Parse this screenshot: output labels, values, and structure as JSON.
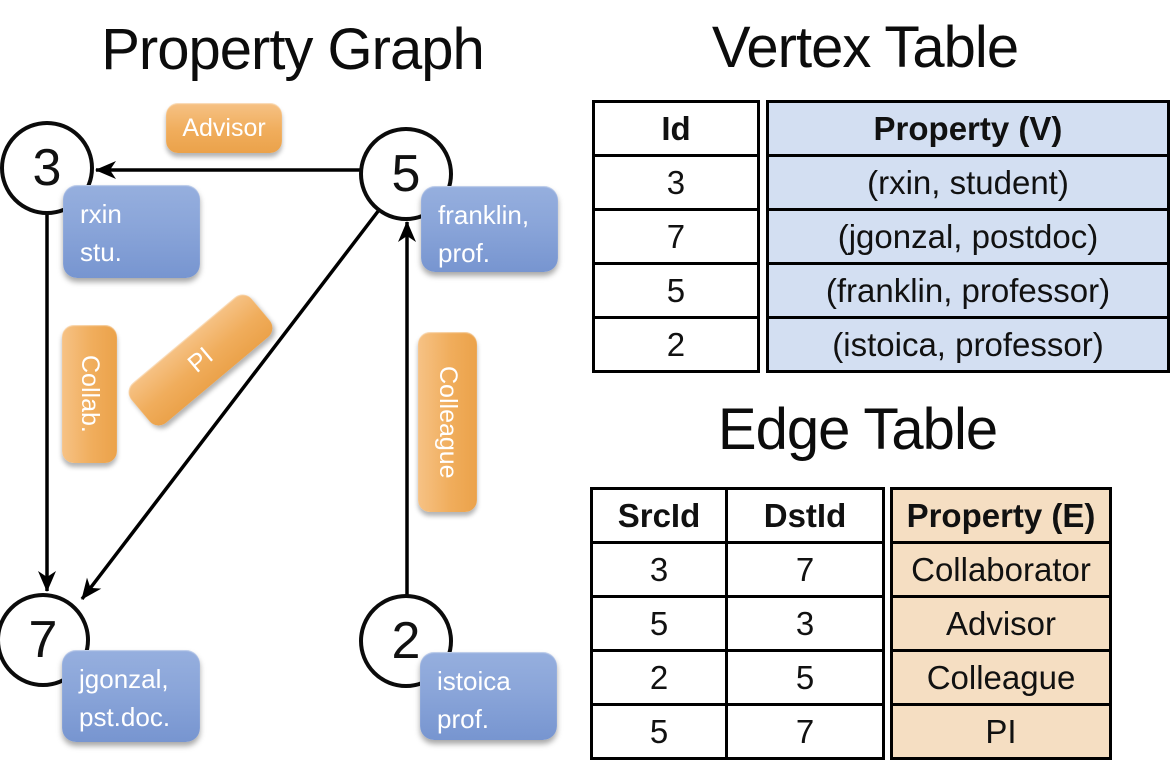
{
  "graph": {
    "title": "Property Graph",
    "nodes": [
      {
        "id": "3",
        "property": [
          "rxin",
          "stu."
        ]
      },
      {
        "id": "5",
        "property": [
          "franklin,",
          "prof."
        ]
      },
      {
        "id": "7",
        "property": [
          "jgonzal,",
          "pst.doc."
        ]
      },
      {
        "id": "2",
        "property": [
          "istoica",
          "prof."
        ]
      }
    ],
    "edge_labels": {
      "advisor": "Advisor",
      "collab": "Collab.",
      "pi": "PI",
      "colleague": "Colleague"
    }
  },
  "vertex_table": {
    "title": "Vertex Table",
    "headers": {
      "id": "Id",
      "property": "Property (V)"
    },
    "rows": [
      {
        "id": "3",
        "property": "(rxin, student)"
      },
      {
        "id": "7",
        "property": "(jgonzal, postdoc)"
      },
      {
        "id": "5",
        "property": "(franklin, professor)"
      },
      {
        "id": "2",
        "property": "(istoica, professor)"
      }
    ]
  },
  "edge_table": {
    "title": "Edge Table",
    "headers": {
      "src": "SrcId",
      "dst": "DstId",
      "property": "Property (E)"
    },
    "rows": [
      {
        "src": "3",
        "dst": "7",
        "property": "Collaborator"
      },
      {
        "src": "5",
        "dst": "3",
        "property": "Advisor"
      },
      {
        "src": "2",
        "dst": "5",
        "property": "Colleague"
      },
      {
        "src": "5",
        "dst": "7",
        "property": "PI"
      }
    ]
  },
  "colors": {
    "edge_label_fill": "#F0AD5C",
    "vertex_box_fill": "#8AA5D9",
    "vertex_table_property_bg": "#D3DFF2",
    "edge_table_property_bg": "#F5DEC2",
    "line": "#000000"
  }
}
